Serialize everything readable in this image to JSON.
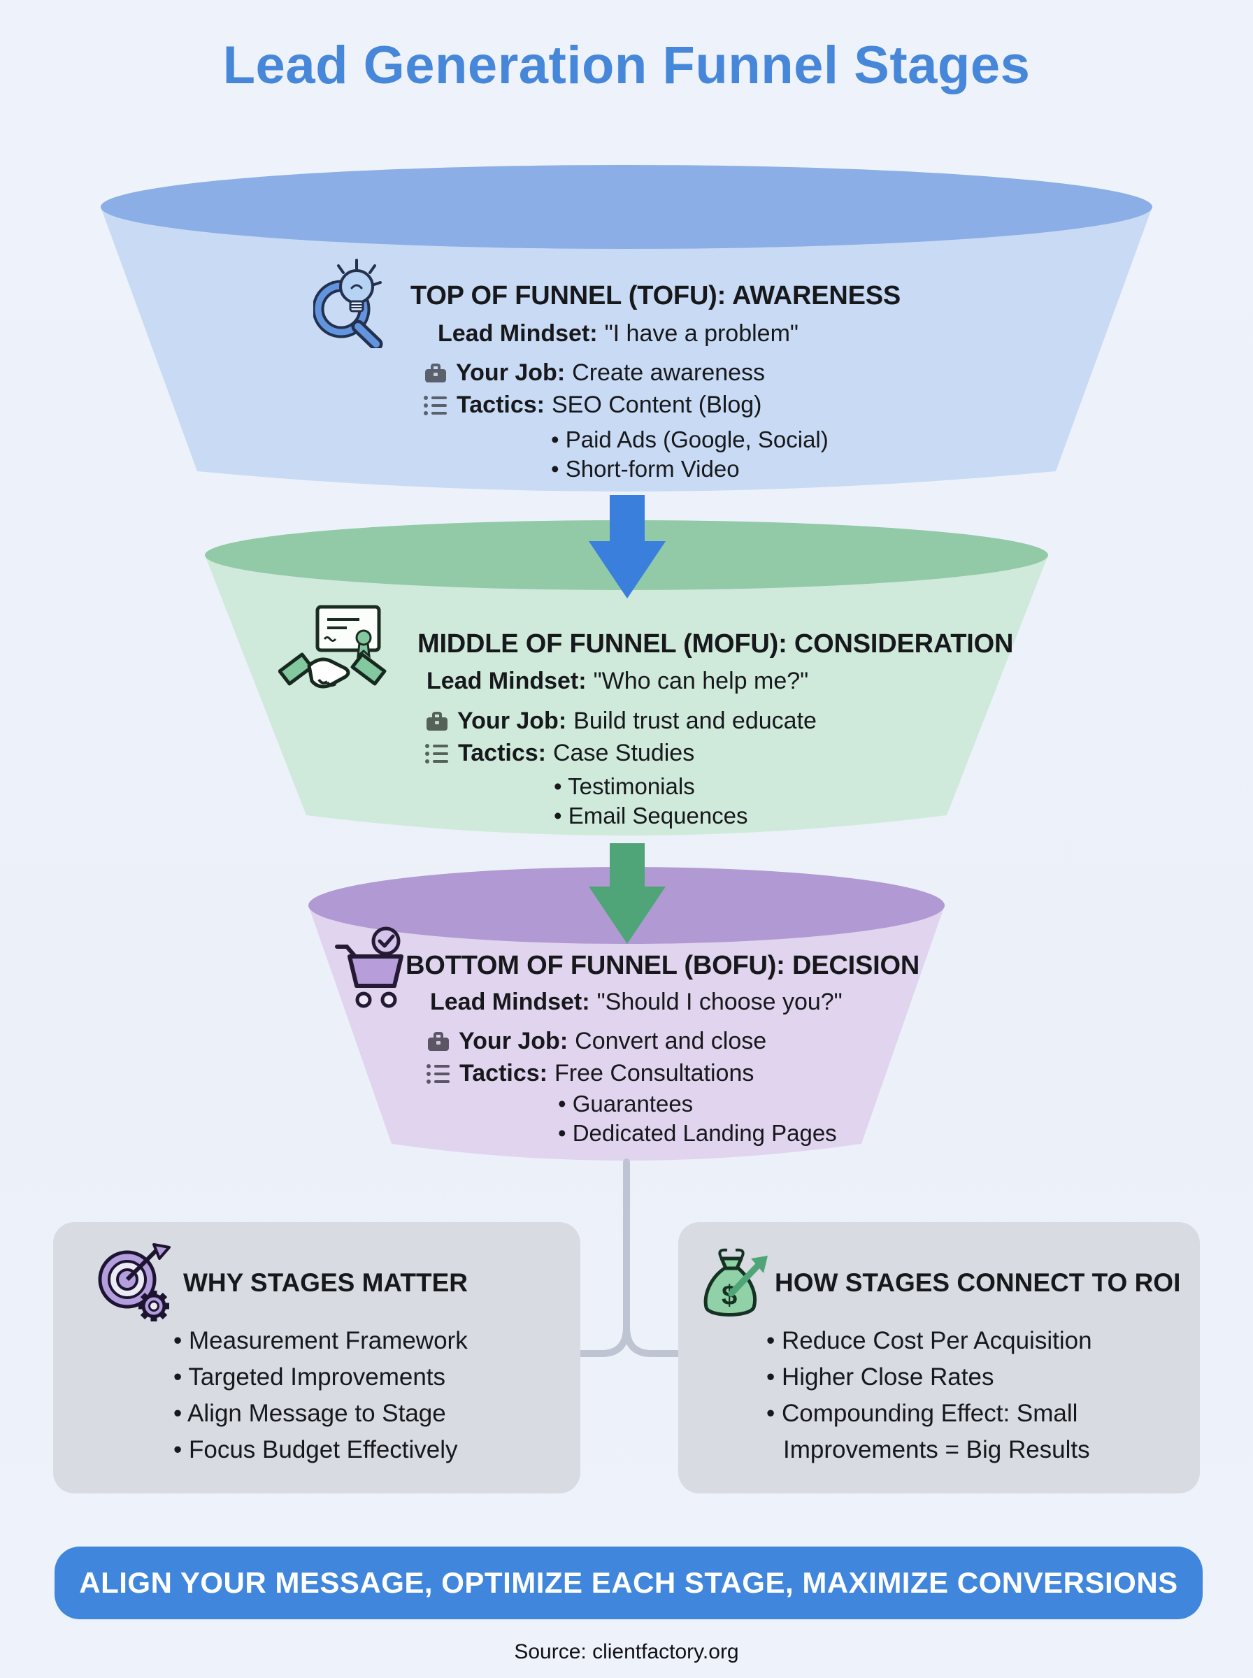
{
  "page_title": "Lead Generation Funnel Stages",
  "funnel": {
    "stages": [
      {
        "key": "tofu",
        "icon": "search-lightbulb-icon",
        "rim_color": "#8aaee5",
        "body_color": "#c9dbf4",
        "title": "TOP OF FUNNEL (TOFU): AWARENESS",
        "mindset_label": "Lead Mindset:",
        "mindset_text": "\"I have a problem\"",
        "job_label": "Your Job:",
        "job_text": "Create awareness",
        "tactics_label": "Tactics:",
        "tactics_text": "SEO Content (Blog)",
        "bullets": [
          "• Paid Ads (Google, Social)",
          "• Short-form Video"
        ]
      },
      {
        "key": "mofu",
        "icon": "certificate-handshake-icon",
        "rim_color": "#92c9a7",
        "body_color": "#cfeadb",
        "title": "MIDDLE OF FUNNEL (MOFU): CONSIDERATION",
        "mindset_label": "Lead Mindset:",
        "mindset_text": "\"Who can help me?\"",
        "job_label": "Your Job:",
        "job_text": "Build trust and educate",
        "tactics_label": "Tactics:",
        "tactics_text": "Case Studies",
        "bullets": [
          "• Testimonials",
          "• Email Sequences"
        ]
      },
      {
        "key": "bofu",
        "icon": "cart-check-icon",
        "rim_color": "#b19ad3",
        "body_color": "#e1d4ee",
        "title": "BOTTOM OF FUNNEL (BOFU): DECISION",
        "mindset_label": "Lead Mindset:",
        "mindset_text": "\"Should I choose you?\"",
        "job_label": "Your Job:",
        "job_text": "Convert and close",
        "tactics_label": "Tactics:",
        "tactics_text": "Free Consultations",
        "bullets": [
          "• Guarantees",
          "• Dedicated Landing Pages"
        ]
      }
    ],
    "arrows": [
      {
        "name": "tofu-to-mofu",
        "color": "#3b7fdd"
      },
      {
        "name": "mofu-to-bofu",
        "color": "#4fa578"
      }
    ]
  },
  "info_boxes": [
    {
      "icon": "target-gear-icon",
      "title": "WHY STAGES MATTER",
      "lines": [
        "• Measurement Framework",
        "• Targeted Improvements",
        "• Align Message to Stage",
        "• Focus Budget Effectively"
      ]
    },
    {
      "icon": "money-bag-icon",
      "icon_symbol": "$",
      "title": "HOW STAGES CONNECT TO ROI",
      "lines": [
        "• Reduce Cost Per Acquisition",
        "• Higher Close Rates",
        "• Compounding Effect: Small",
        "Improvements = Big Results"
      ]
    }
  ],
  "banner": {
    "text": "ALIGN YOUR MESSAGE, OPTIMIZE EACH STAGE, MAXIMIZE CONVERSIONS",
    "bg_color": "#3f86dc"
  },
  "source_text": "Source: clientfactory.org"
}
